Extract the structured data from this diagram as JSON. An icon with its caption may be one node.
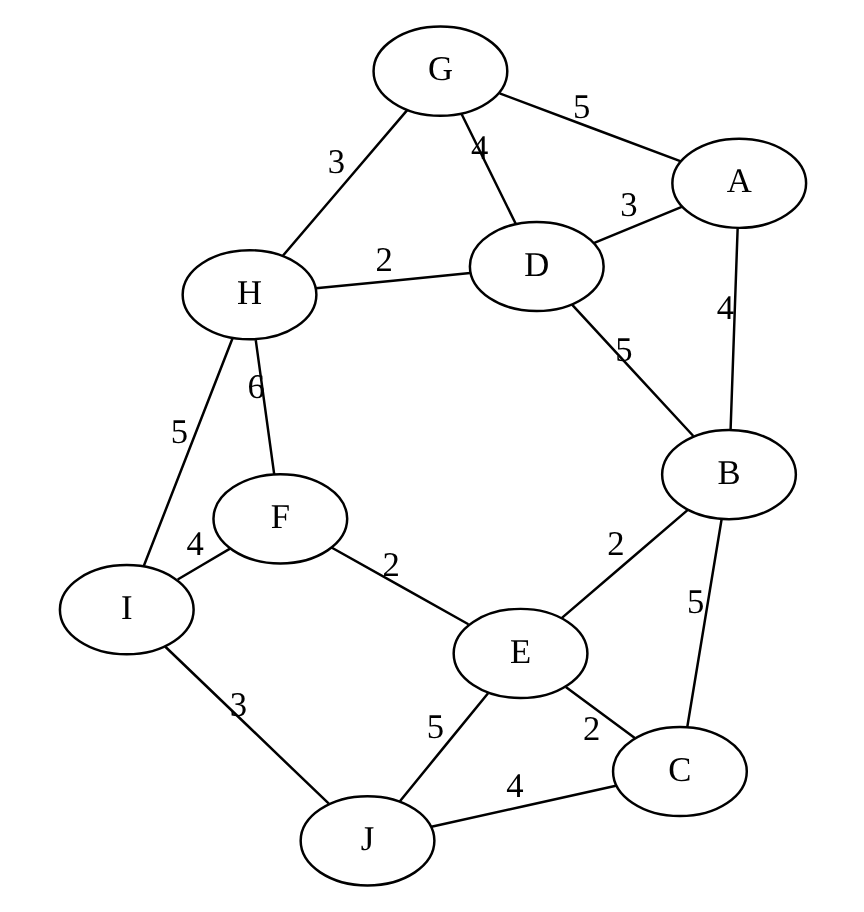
{
  "diagram": {
    "nodes": [
      {
        "text": [
          "A"
        ]
      },
      {
        "text": [
          "G"
        ]
      },
      {
        "text": [
          "D"
        ]
      },
      {
        "text": [
          "H"
        ]
      },
      {
        "text": [
          "B"
        ]
      },
      {
        "text": [
          "F"
        ]
      },
      {
        "text": [
          "E"
        ]
      },
      {
        "text": [
          "C"
        ]
      },
      {
        "text": [
          "I"
        ]
      },
      {
        "text": [
          "J"
        ]
      }
    ],
    "edges": [
      {
        "from": 0,
        "to": 1,
        "arrow": "none",
        "label": "5"
      },
      {
        "from": 0,
        "to": 4,
        "arrow": "none",
        "label": "4"
      },
      {
        "from": 0,
        "to": 2,
        "arrow": "none",
        "label": "3"
      },
      {
        "from": 1,
        "to": 2,
        "arrow": "none",
        "label": "4"
      },
      {
        "from": 1,
        "to": 3,
        "arrow": "none",
        "label": "3"
      },
      {
        "from": 2,
        "to": 3,
        "arrow": "none",
        "label": "2"
      },
      {
        "from": 2,
        "to": 4,
        "arrow": "none",
        "label": "5"
      },
      {
        "from": 4,
        "to": 6,
        "arrow": "none",
        "label": "2"
      },
      {
        "from": 4,
        "to": 7,
        "arrow": "none",
        "label": "5"
      },
      {
        "from": 6,
        "to": 5,
        "arrow": "none",
        "label": "2"
      },
      {
        "from": 6,
        "to": 7,
        "arrow": "none",
        "label": "2"
      },
      {
        "from": 6,
        "to": 9,
        "arrow": "none",
        "label": "5"
      },
      {
        "from": 3,
        "to": 5,
        "arrow": "none",
        "label": "6"
      },
      {
        "from": 3,
        "to": 8,
        "arrow": "none",
        "label": "5"
      },
      {
        "from": 5,
        "to": 8,
        "arrow": "none",
        "label": "4"
      },
      {
        "from": 7,
        "to": 9,
        "arrow": "none",
        "label": "4"
      },
      {
        "from": 9,
        "to": 8,
        "arrow": "none",
        "label": "3"
      }
    ]
  }
}
